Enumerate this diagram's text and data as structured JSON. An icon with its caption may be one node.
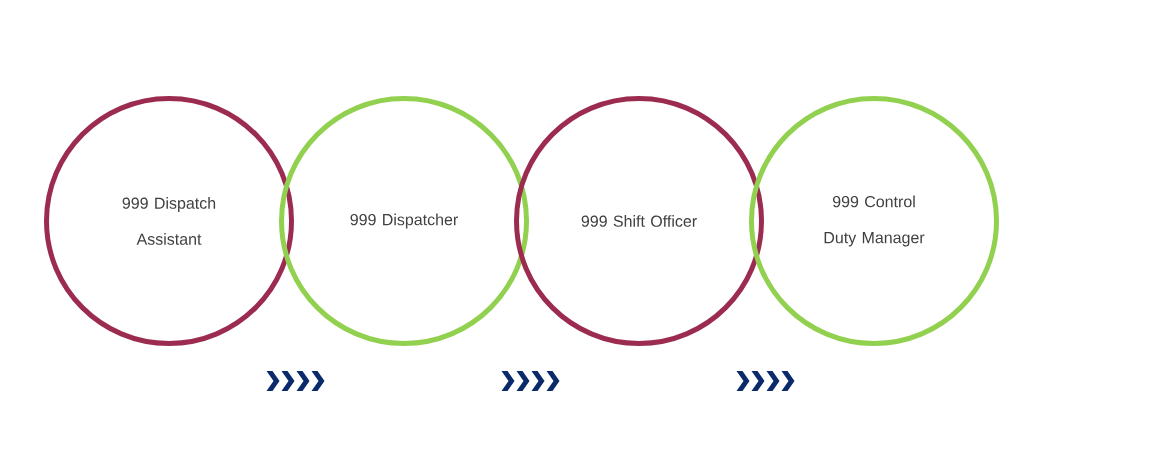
{
  "diagram": {
    "nodes": [
      {
        "text": [
          "999 Dispatch Assistant"
        ]
      },
      {
        "text": [
          "999 Dispatcher"
        ]
      },
      {
        "text": [
          "999 Shift Officer"
        ]
      },
      {
        "text": [
          "999 Control Duty Manager"
        ]
      }
    ]
  }
}
